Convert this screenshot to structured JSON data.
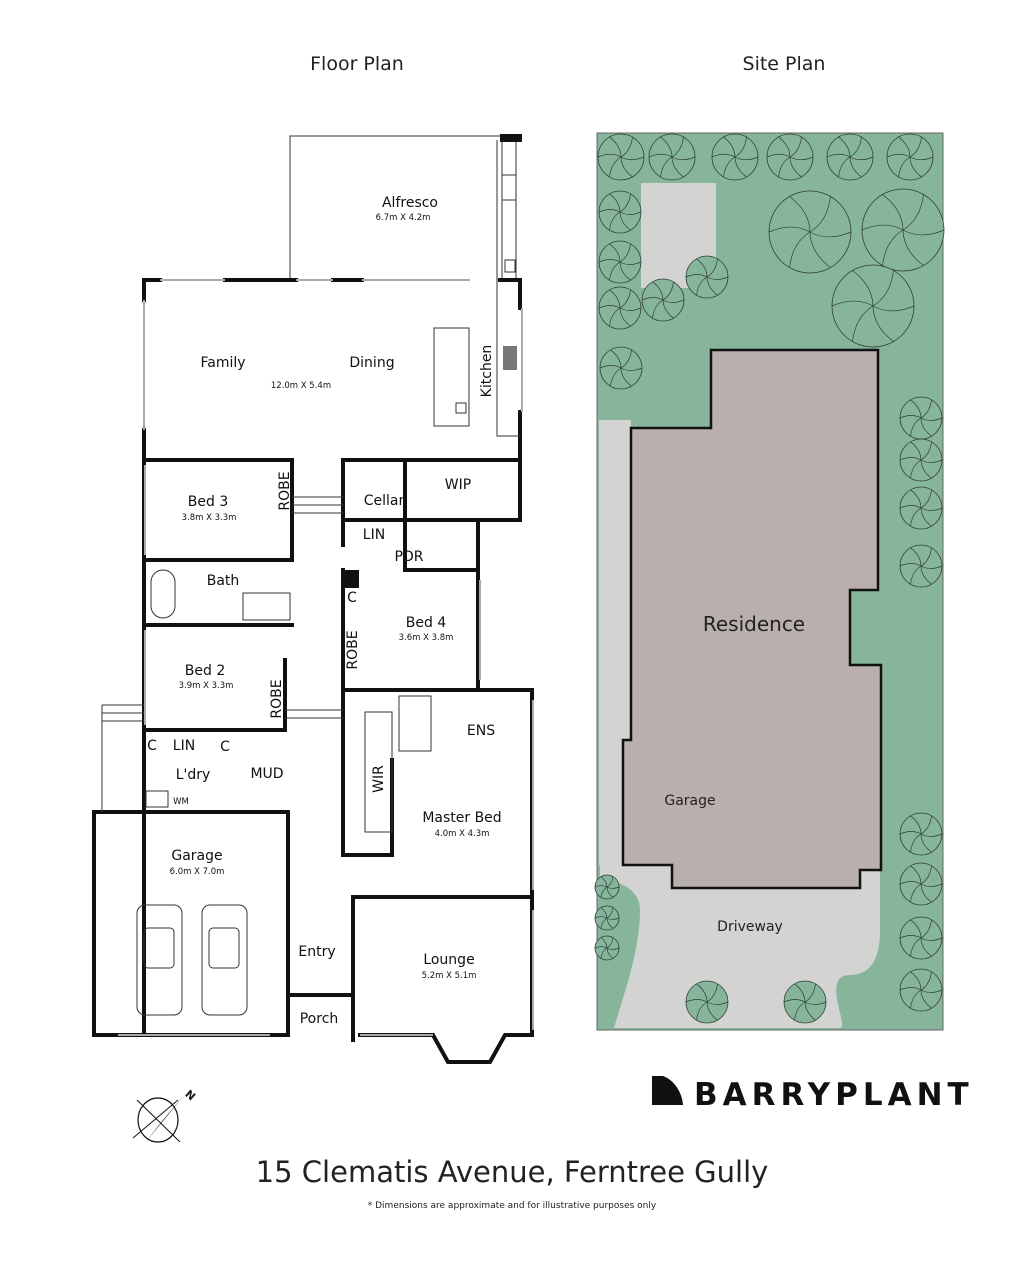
{
  "headings": {
    "floor_plan": "Floor Plan",
    "site_plan": "Site Plan"
  },
  "rooms": {
    "alfresco": {
      "name": "Alfresco",
      "dims": "6.7m X 4.2m"
    },
    "family": {
      "name": "Family"
    },
    "dining": {
      "name": "Dining",
      "dims": "12.0m X 5.4m"
    },
    "kitchen": {
      "name": "Kitchen"
    },
    "bed3": {
      "name": "Bed 3",
      "dims": "3.8m X 3.3m"
    },
    "robe3": {
      "name": "ROBE"
    },
    "cellar": {
      "name": "Cellar"
    },
    "wip": {
      "name": "WIP"
    },
    "lin1": {
      "name": "LIN"
    },
    "pdr": {
      "name": "PDR"
    },
    "bath": {
      "name": "Bath"
    },
    "c1": {
      "name": "C"
    },
    "bed4": {
      "name": "Bed 4",
      "dims": "3.6m X 3.8m"
    },
    "robe4": {
      "name": "ROBE"
    },
    "bed2": {
      "name": "Bed 2",
      "dims": "3.9m X 3.3m"
    },
    "robe2": {
      "name": "ROBE"
    },
    "ens": {
      "name": "ENS"
    },
    "c2": {
      "name": "C"
    },
    "lin2": {
      "name": "LIN"
    },
    "c3": {
      "name": "C"
    },
    "laundry": {
      "name": "L'dry"
    },
    "mud": {
      "name": "MUD"
    },
    "wm": {
      "name": "WM"
    },
    "wir": {
      "name": "WIR"
    },
    "master": {
      "name": "Master Bed",
      "dims": "4.0m X 4.3m"
    },
    "garage": {
      "name": "Garage",
      "dims": "6.0m X 7.0m"
    },
    "entry": {
      "name": "Entry"
    },
    "lounge": {
      "name": "Lounge",
      "dims": "5.2m X 5.1m"
    },
    "porch": {
      "name": "Porch"
    }
  },
  "site": {
    "residence": "Residence",
    "garage": "Garage",
    "driveway": "Driveway",
    "colors": {
      "lawn": "#86b59b",
      "residence": "#b9afad",
      "paving": "#d3d3d1"
    }
  },
  "compass": {
    "label": "N"
  },
  "brand": {
    "name": "BARRYPLANT"
  },
  "address": "15 Clematis Avenue, Ferntree Gully",
  "disclaimer": "* Dimensions are approximate and for illustrative purposes only"
}
